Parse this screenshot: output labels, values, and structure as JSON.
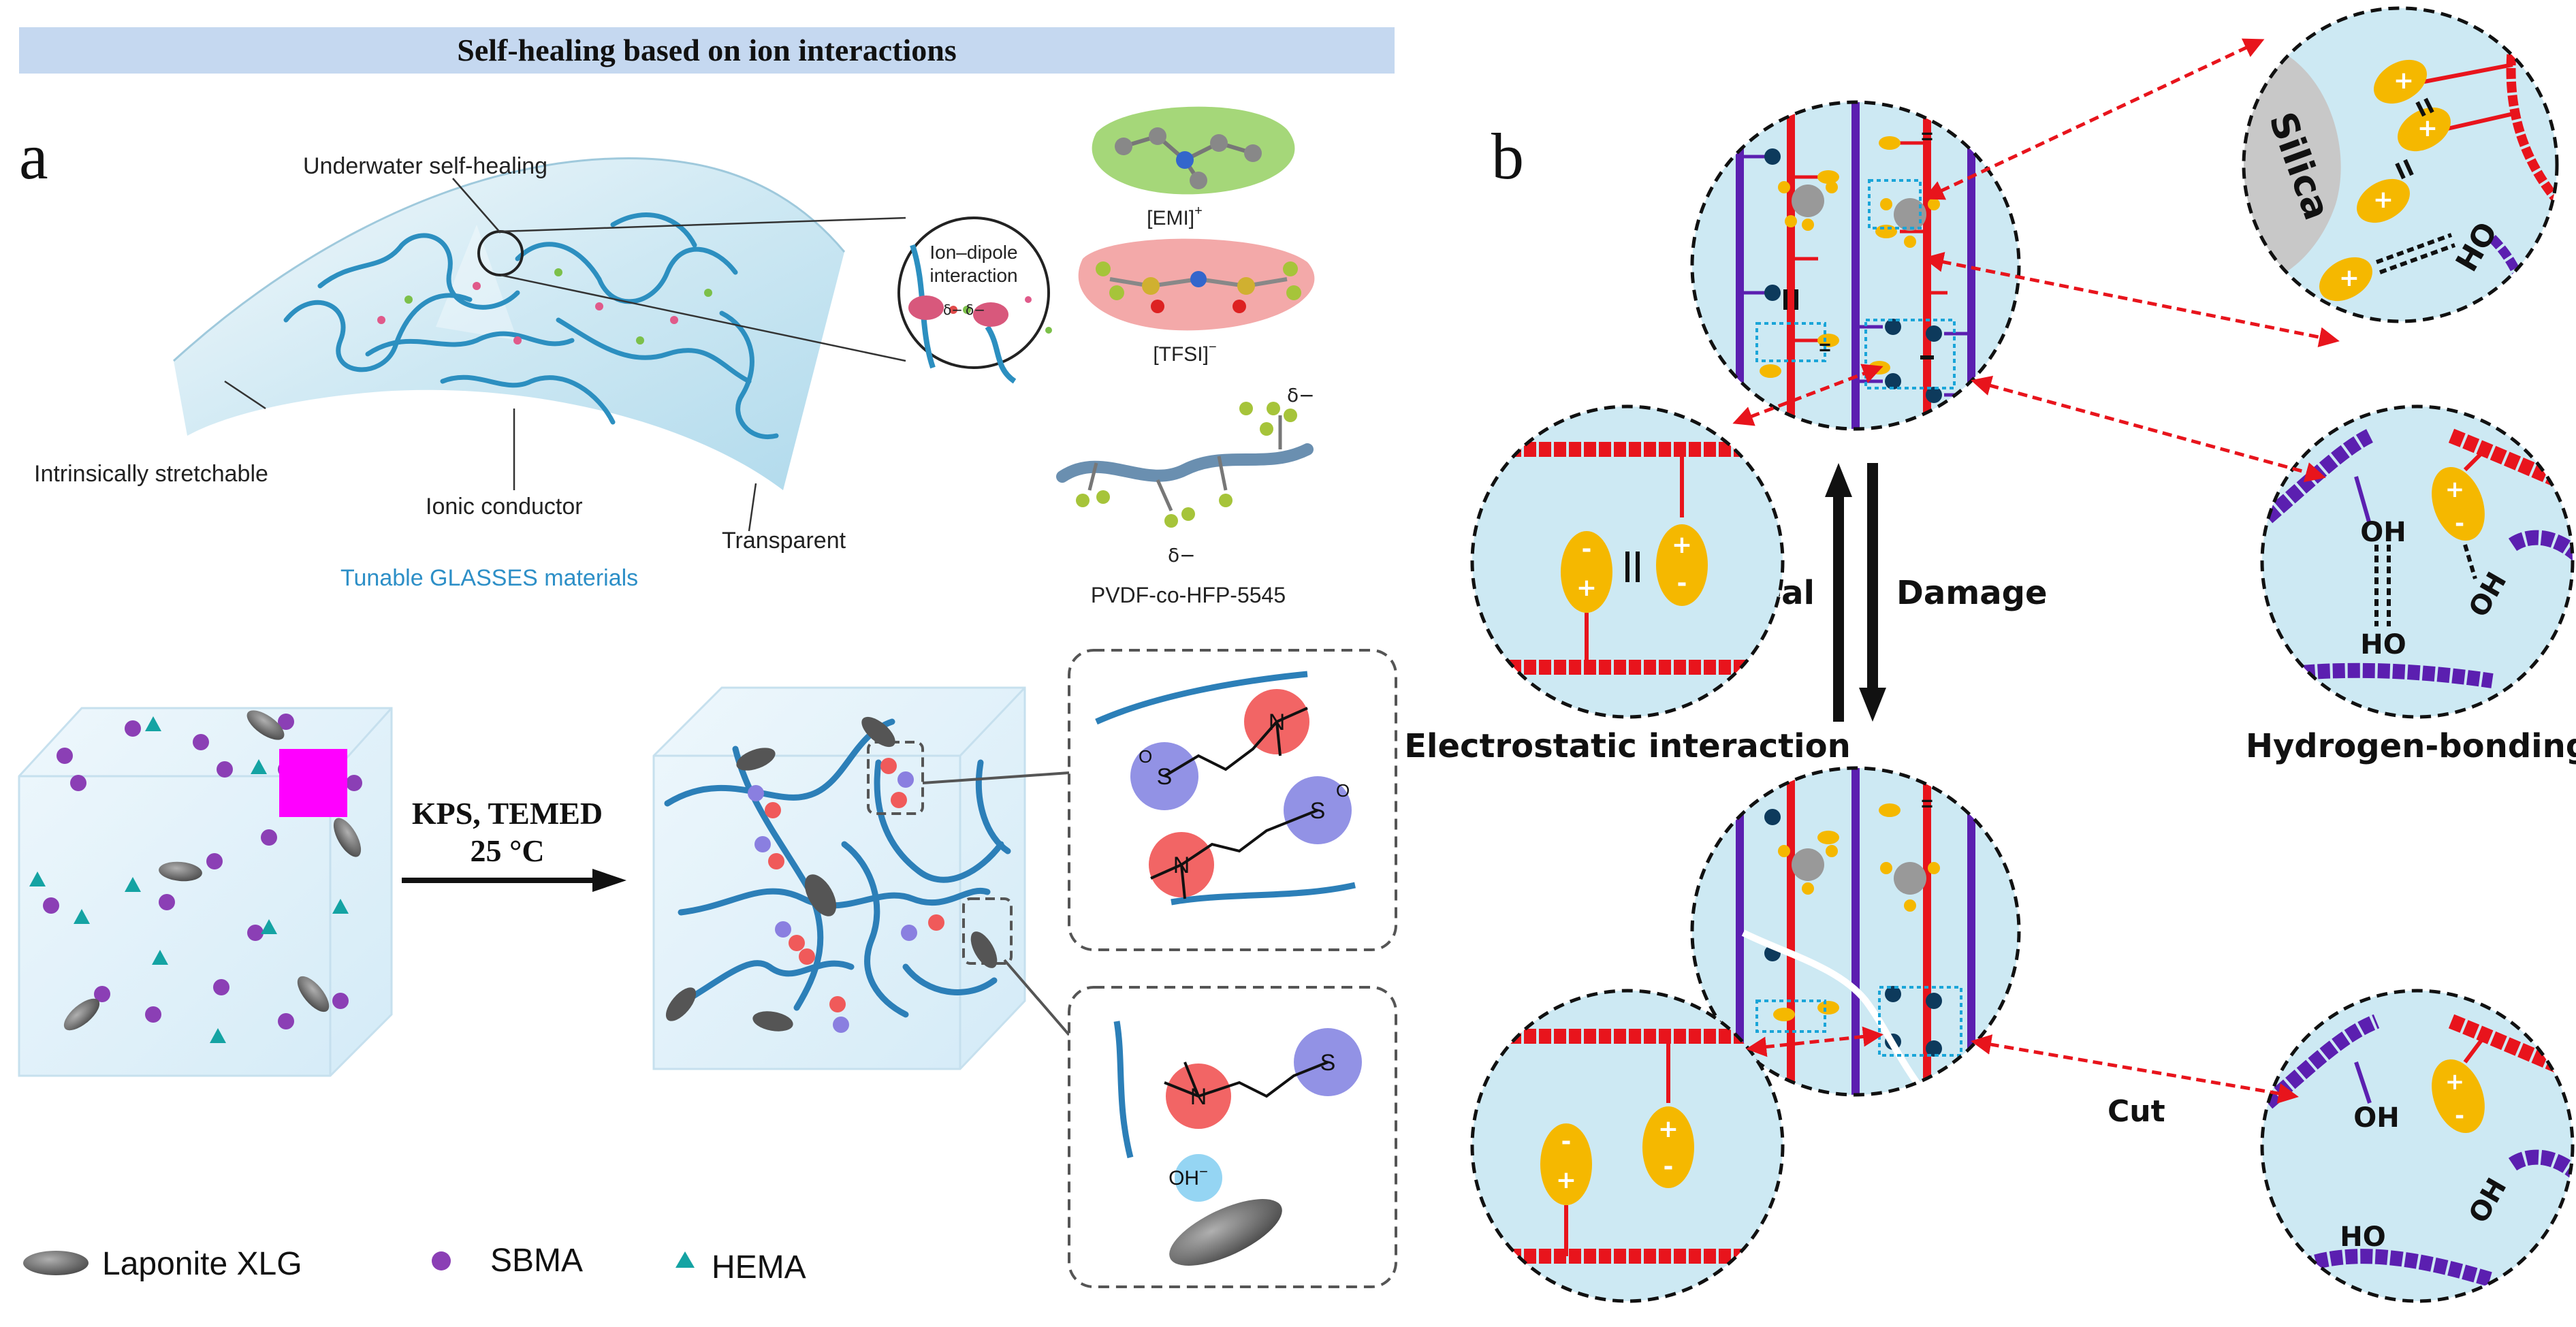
{
  "header": {
    "title": "Self-healing based on ion interactions",
    "bar_color": "#c5d8f0"
  },
  "panel_a": {
    "letter": "a",
    "top": {
      "underwater": "Underwater self-healing",
      "stretchable": "Intrinsically stretchable",
      "ionic": "Ionic conductor",
      "transparent": "Transparent",
      "tunable": "Tunable GLASSES materials",
      "ion_dipole_1": "Ion–dipole",
      "ion_dipole_2": "interaction",
      "delta_minus": "δ−",
      "emi": "[EMI]",
      "emi_charge": "+",
      "tfsi": "[TFSI]",
      "tfsi_charge": "−",
      "pvdf": "PVDF-co-HFP-5545"
    },
    "bottom": {
      "reagents": "KPS, TEMED",
      "temperature": "25 °C",
      "oh_label": "OH",
      "oh_charge": "−",
      "plus": "+",
      "minus": "−",
      "n_label": "N",
      "s_label": "S",
      "o_label": "O",
      "legend": [
        {
          "label": "Laponite XLG",
          "icon": "gray-disc"
        },
        {
          "label": "SBMA",
          "icon": "purple-dot",
          "color": "#8b3fb5"
        },
        {
          "label": "HEMA",
          "icon": "teal-triangle",
          "color": "#14a3a3"
        }
      ]
    }
  },
  "panel_b": {
    "letter": "b",
    "silica": "Silica",
    "water_heal": "Water-heal",
    "damage": "Damage",
    "cut": "Cut",
    "electrostatic": "Electrostatic interaction",
    "hydrogen": "Hydrogen-bonding",
    "oh": "OH",
    "ho": "HO",
    "plus": "+",
    "minus": "-",
    "equal_sign": "=",
    "colors": {
      "red_chain": "#e8141c",
      "purple_chain": "#5b1fb0",
      "yellow_ion": "#f5b800",
      "circle_fill": "#cde9f3",
      "arrow_red": "#e8141c"
    }
  }
}
